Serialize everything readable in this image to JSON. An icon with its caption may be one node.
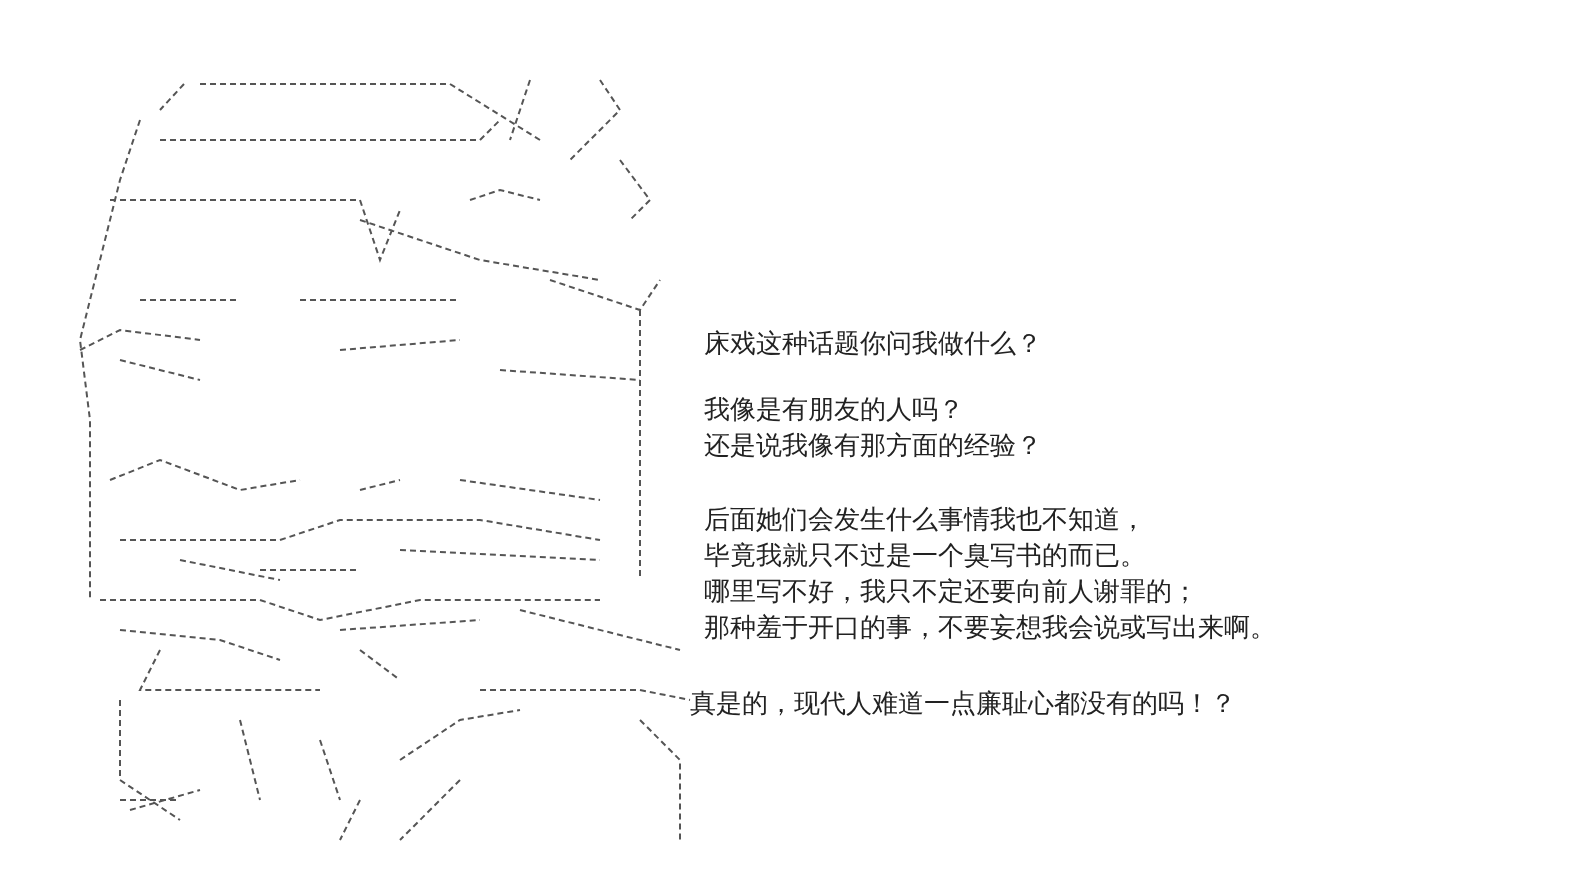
{
  "diagram": {
    "labels": [
      "床戏这种话题你问我做什么？",
      "我像是有朋友的人吗？",
      "还是说我像有那方面的经验？",
      "后面她们会发生什么事情我也不知道，",
      "毕竟我就只不过是一个臭写书的而已。",
      "哪里写不好，我只不定还要向前人谢罪的；",
      "那种羞于开口的事，不要妄想我会说或写出来啊。",
      "真是的，现代人难道一点廉耻心都没有的吗！？"
    ]
  }
}
